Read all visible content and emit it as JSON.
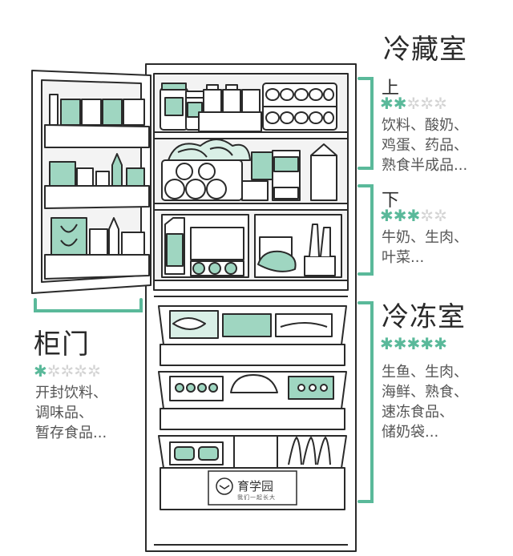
{
  "labels": {
    "fridge_title": "冷藏室",
    "upper": "上",
    "upper_lines": [
      "饮料、酸奶、",
      "鸡蛋、药品、",
      "熟食半成品..."
    ],
    "lower": "下",
    "lower_lines": [
      "牛奶、生肉、",
      "叶菜..."
    ],
    "freezer_title": "冷冻室",
    "freezer_lines": [
      "生鱼、生肉、",
      "海鲜、熟食、",
      "速冻食品、",
      "储奶袋..."
    ],
    "door_title": "柜门",
    "door_lines": [
      "开封饮料、",
      "调味品、",
      "暂存食品..."
    ]
  },
  "ratings": {
    "upper": 2,
    "lower": 3,
    "freezer": 5,
    "door": 1,
    "max": 5
  },
  "logo": {
    "name": "育学园",
    "slogan": "我们一起长大"
  },
  "colors": {
    "accent": "#5ab99a",
    "line": "#2a2a2a",
    "fill_light": "#d9efe6",
    "fill_mid": "#9fd6c1"
  }
}
